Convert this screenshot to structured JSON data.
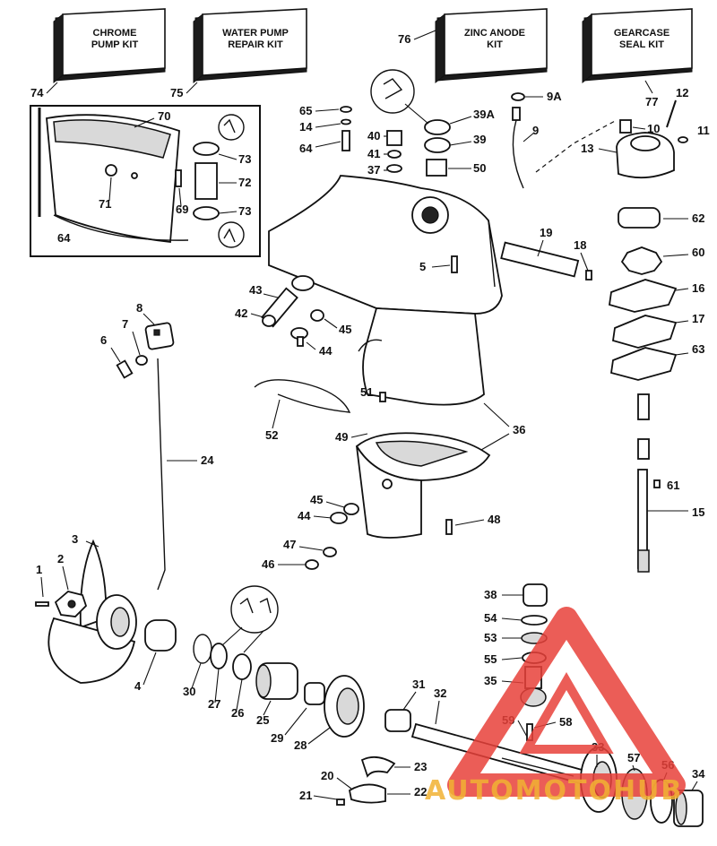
{
  "kits": [
    {
      "id": "chrome_pump",
      "line1": "CHROME",
      "line2": "PUMP KIT",
      "number": "74"
    },
    {
      "id": "water_pump",
      "line1": "WATER PUMP",
      "line2": "REPAIR KIT",
      "number": "75"
    },
    {
      "id": "zinc_anode",
      "line1": "ZINC ANODE",
      "line2": "KIT",
      "number": "76"
    },
    {
      "id": "gearcase_seal",
      "line1": "GEARCASE",
      "line2": "SEAL KIT",
      "number": "77"
    }
  ],
  "callouts": {
    "c1": "1",
    "c2": "2",
    "c3": "3",
    "c4": "4",
    "c5": "5",
    "c6": "6",
    "c7": "7",
    "c8": "8",
    "c9": "9",
    "c9a": "9A",
    "c10": "10",
    "c11": "11",
    "c12": "12",
    "c13": "13",
    "c14": "14",
    "c15": "15",
    "c16": "16",
    "c17": "17",
    "c18": "18",
    "c19": "19",
    "c20": "20",
    "c21": "21",
    "c22": "22",
    "c23": "23",
    "c24": "24",
    "c25": "25",
    "c26": "26",
    "c27": "27",
    "c28": "28",
    "c29": "29",
    "c30": "30",
    "c31": "31",
    "c32": "32",
    "c33": "33",
    "c34": "34",
    "c35": "35",
    "c36": "36",
    "c37": "37",
    "c38": "38",
    "c39": "39",
    "c39a": "39A",
    "c40": "40",
    "c41": "41",
    "c42": "42",
    "c43": "43",
    "c44a": "44",
    "c44b": "44",
    "c45a": "45",
    "c45b": "45",
    "c46": "46",
    "c47": "47",
    "c48": "48",
    "c49": "49",
    "c50": "50",
    "c51": "51",
    "c52": "52",
    "c53": "53",
    "c54": "54",
    "c55": "55",
    "c56": "56",
    "c57": "57",
    "c58": "58",
    "c59": "59",
    "c60": "60",
    "c61": "61",
    "c62": "62",
    "c63": "63",
    "c64a": "64",
    "c64b": "64",
    "c65": "65",
    "c69": "69",
    "c70": "70",
    "c71": "71",
    "c72": "72",
    "c73a": "73",
    "c73b": "73"
  },
  "watermark": {
    "text": "AUTOMOTOHUB",
    "color": "#e8413a",
    "text_color": "#f2b233"
  }
}
